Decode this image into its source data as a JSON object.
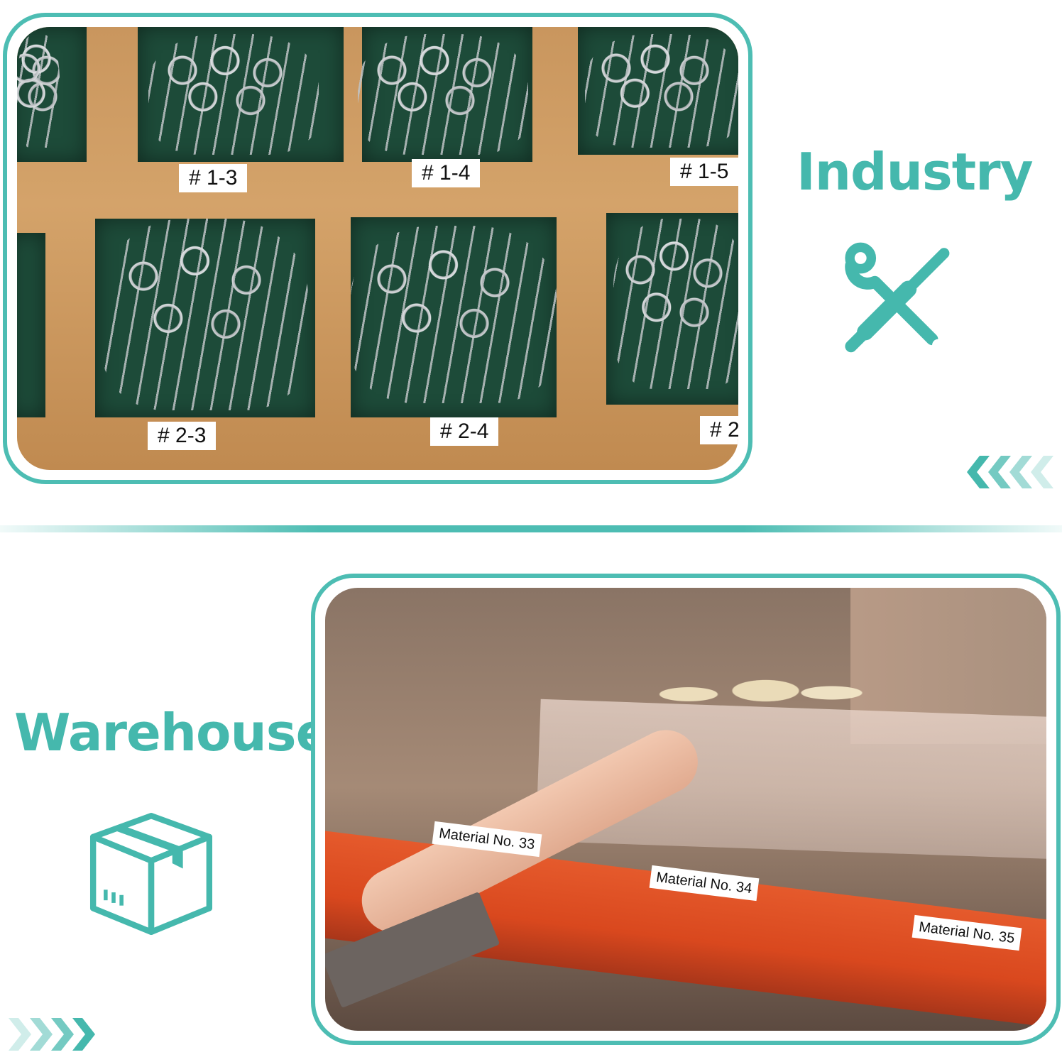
{
  "industry": {
    "title": "Industry",
    "bin_labels": [
      "# 1-3",
      "# 1-4",
      "# 1-5",
      "# 2-3",
      "# 2-4",
      "# 2"
    ]
  },
  "warehouse": {
    "title": "Warehouse",
    "shelf_labels": [
      "Material No. 33",
      "Material No. 34",
      "Material No. 35"
    ]
  },
  "icons": {
    "industry": "wrench-screwdriver-icon",
    "warehouse": "package-box-icon",
    "decor": "chevron-arrows-icon"
  },
  "colors": {
    "accent": "#4dbdb3",
    "shelf_orange": "#d9481e",
    "felt_green": "#1d4b39",
    "wood": "#c9965e"
  }
}
